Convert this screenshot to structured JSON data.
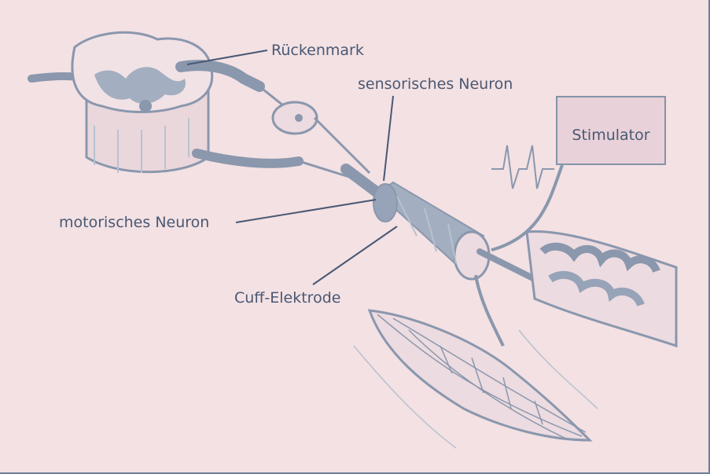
{
  "labels": {
    "spinal_cord": "Rückenmark",
    "sensory_neuron": "sensorisches Neuron",
    "motor_neuron": "motorisches Neuron",
    "cuff_electrode": "Cuff-Elektrode",
    "stimulator": "Stimulator"
  },
  "colors": {
    "background": "#f3e1e3",
    "ink": "#4a5873",
    "sketch": "#8a97ad",
    "sketch_fill": "#a3aec0",
    "stimulator_fill": "#e8d1d8"
  }
}
